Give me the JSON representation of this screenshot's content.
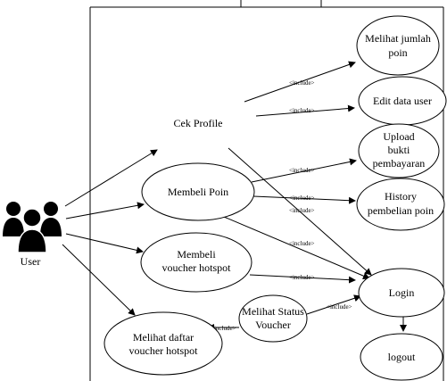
{
  "actor": {
    "label": "User",
    "icon": "users-group-icon"
  },
  "use_cases": {
    "cek_profile": {
      "lines": [
        "Cek Profile"
      ]
    },
    "membeli_poin": {
      "lines": [
        "Membeli Poin"
      ]
    },
    "membeli_voucher": {
      "lines": [
        "Membeli",
        "voucher hotspot"
      ]
    },
    "melihat_daftar": {
      "lines": [
        "Melihat daftar",
        "voucher hotspot"
      ]
    },
    "melihat_jumlah": {
      "lines": [
        "Melihat jumlah",
        "poin"
      ]
    },
    "edit_data": {
      "lines": [
        "Edit data user"
      ]
    },
    "upload_bukti": {
      "lines": [
        "Upload",
        "bukti",
        "pembayaran"
      ]
    },
    "history": {
      "lines": [
        "History",
        "pembelian poin"
      ]
    },
    "login": {
      "lines": [
        "Login"
      ]
    },
    "melihat_status": {
      "lines": [
        "Melihat Status",
        "Voucher"
      ]
    },
    "logout": {
      "lines": [
        "logout"
      ]
    }
  },
  "include_label": "<include>"
}
